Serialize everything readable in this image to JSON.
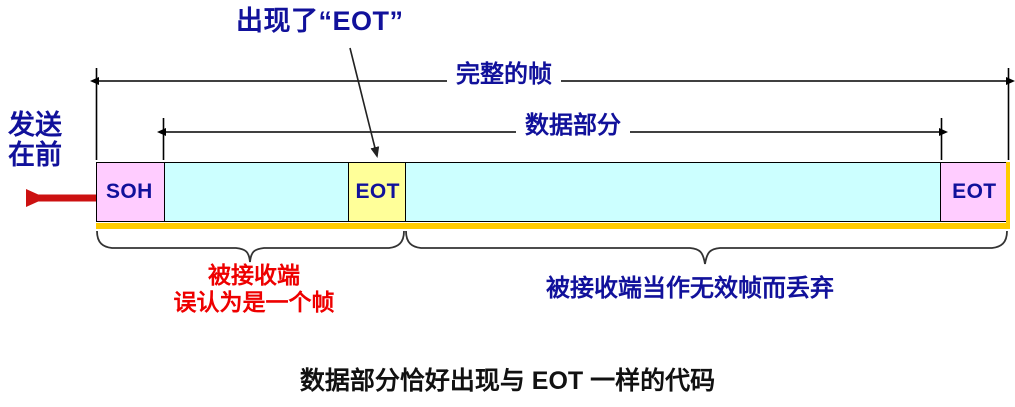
{
  "diagram": {
    "title_caption": "数据部分恰好出现与 EOT 一样的代码",
    "annotation_top": "出现了“EOT”",
    "send_first_line1": "发送",
    "send_first_line2": "在前",
    "measure_full_frame": "完整的帧",
    "measure_data_part": "数据部分",
    "note_left_line1": "被接收端",
    "note_left_line2": "误认为是一个帧",
    "note_right": "被接收端当作无效帧而丢弃",
    "frame_segments": [
      {
        "label": "SOH",
        "color": "#ffccff",
        "kind": "soh"
      },
      {
        "label": "",
        "color": "#ccffff",
        "kind": "data"
      },
      {
        "label": "EOT",
        "color": "#ffff99",
        "kind": "false-eot"
      },
      {
        "label": "",
        "color": "#ccffff",
        "kind": "data"
      },
      {
        "label": "EOT",
        "color": "#ffccff",
        "kind": "eot"
      }
    ],
    "colors": {
      "blue_text": "#11119b",
      "red_text": "#ee0000",
      "black_text": "#111111",
      "soh_fill": "#ffccff",
      "data_fill": "#ccffff",
      "false_eot_fill": "#ffff99",
      "underline": "#ffcc00",
      "send_arrow": "#cc1111",
      "line": "#000000"
    }
  }
}
